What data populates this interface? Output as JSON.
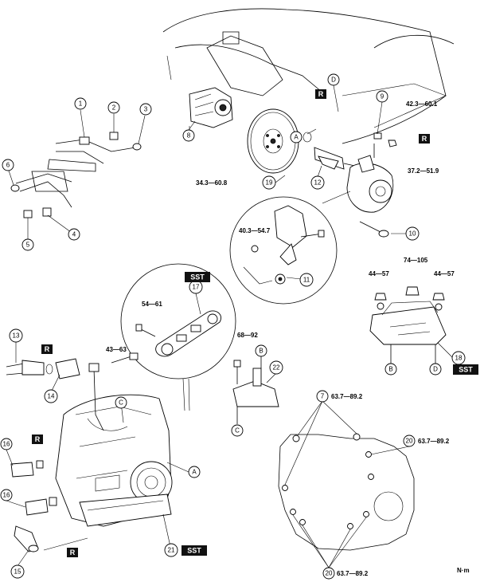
{
  "callouts": {
    "c1": "1",
    "c2": "2",
    "c3": "3",
    "c4": "4",
    "c5": "5",
    "c6": "6",
    "c7": "7",
    "c8": "8",
    "c9": "9",
    "c10": "10",
    "c11": "11",
    "c12": "12",
    "c13": "13",
    "c14": "14",
    "c15": "15",
    "c16a": "16",
    "c16b": "16",
    "c17": "17",
    "c18": "18",
    "c19": "19",
    "c20a": "20",
    "c20b": "20",
    "c21": "21",
    "c22": "22"
  },
  "letters": {
    "A1": "A",
    "A2": "A",
    "B1": "B",
    "B2": "B",
    "C1": "C",
    "C2": "C",
    "D1": "D",
    "D2": "D"
  },
  "torques": {
    "t_9": "42.3—60.1",
    "t_r_right": "37.2—51.9",
    "t_19": "34.3—60.8",
    "t_inset": "40.3—54.7",
    "t_mount_left": "44—57",
    "t_mount_mid": "74—105",
    "t_mount_right": "44—57",
    "t_17": "54—61",
    "t_bolt": "43—63",
    "t_22": "68—92",
    "t_7": "63.7—89.2",
    "t_20": "63.7—89.2",
    "t_20b": "63.7—89.2"
  },
  "badges": {
    "r1": "R",
    "r2": "R",
    "r3": "R",
    "r4": "R",
    "r5": "R",
    "sst1": "SST",
    "sst2": "SST",
    "sst3": "SST"
  },
  "unit": "N·m"
}
